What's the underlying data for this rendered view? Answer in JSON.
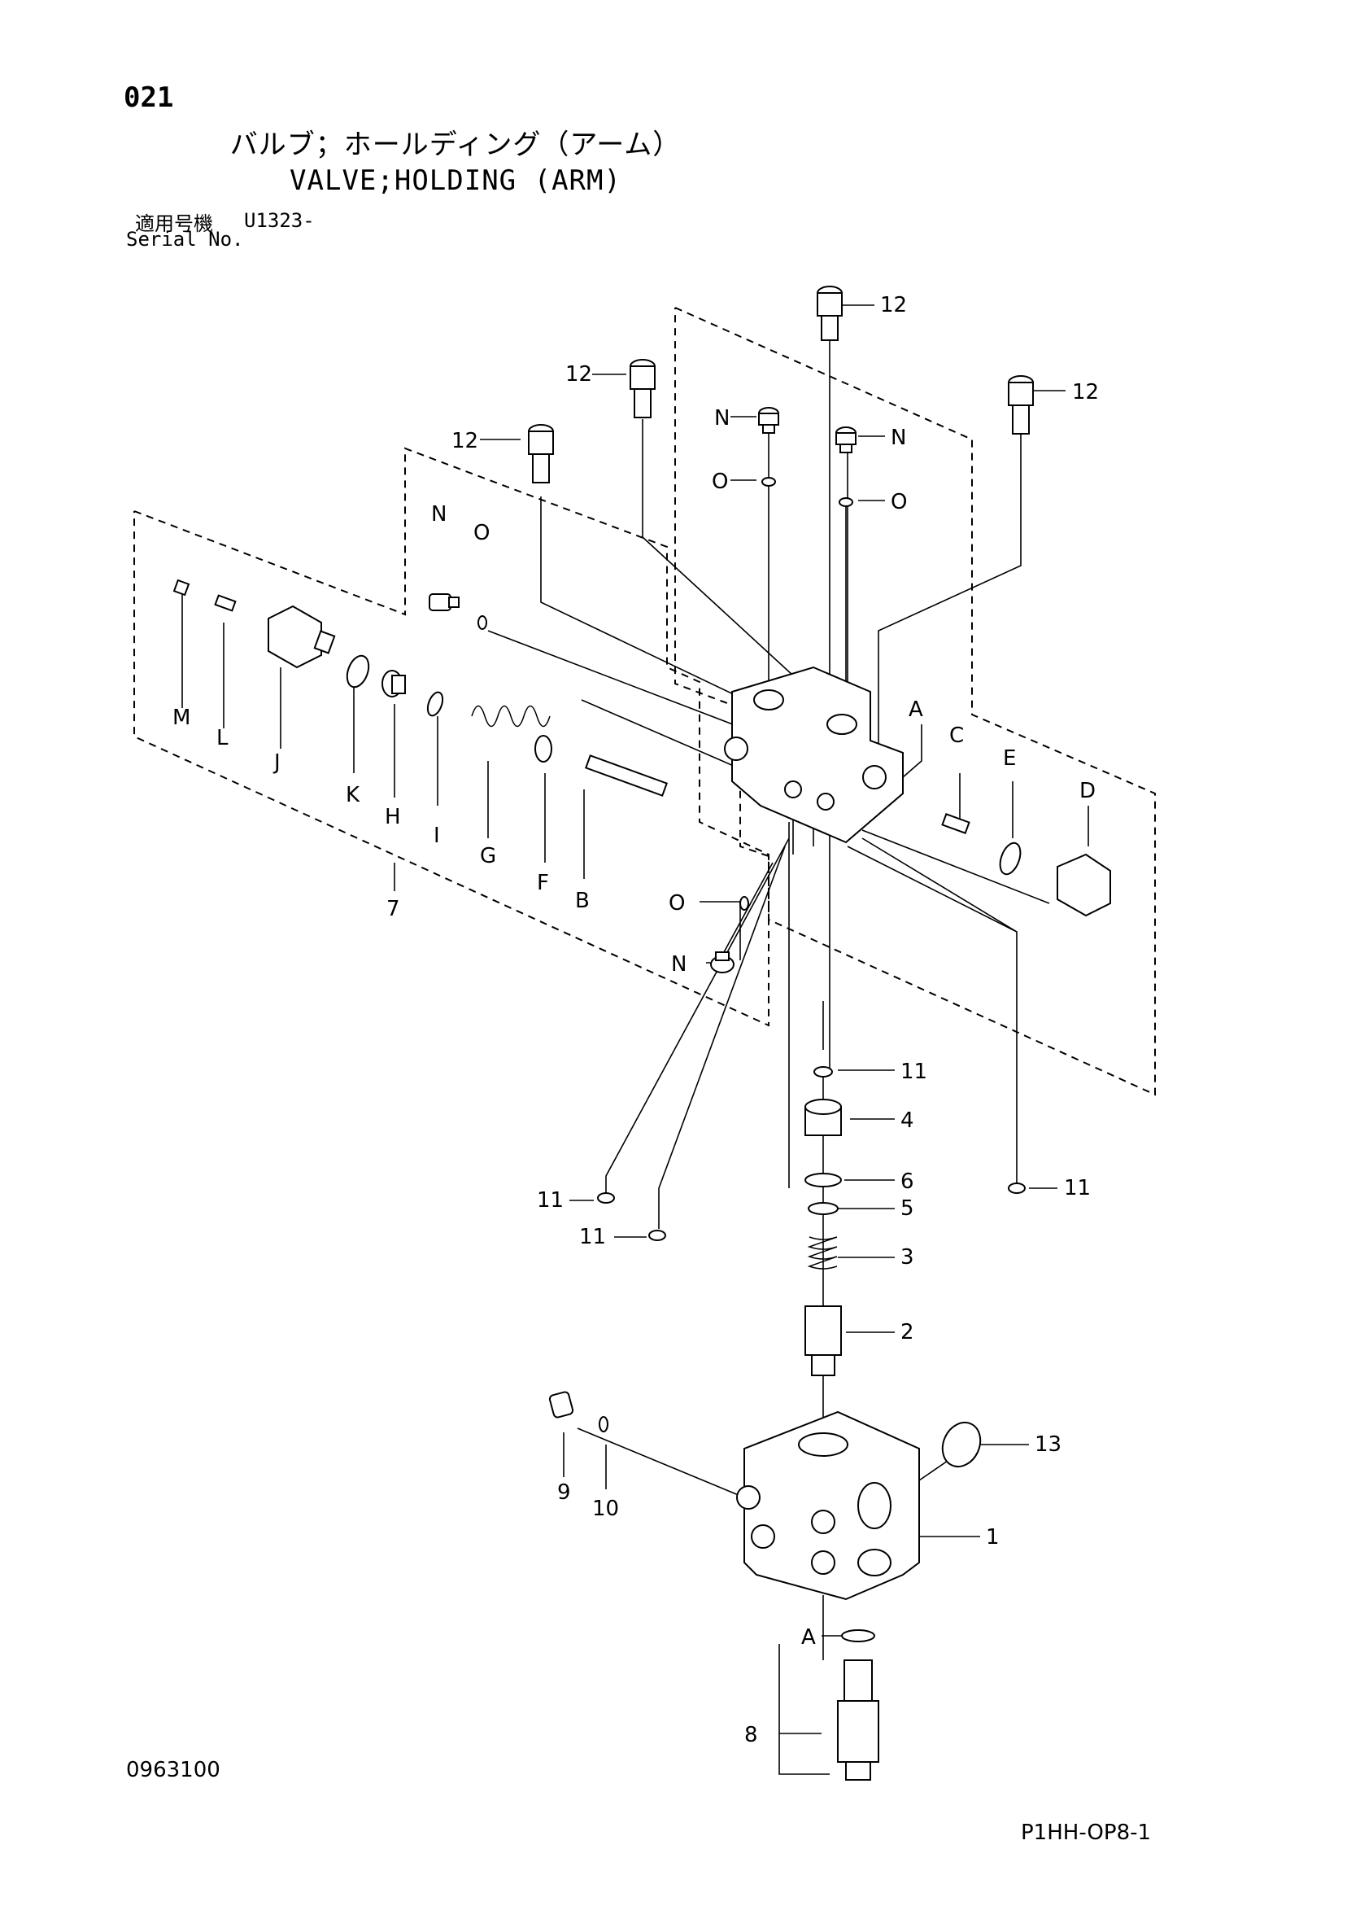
{
  "header": {
    "page_number": "021",
    "title_jp": "バルブ；ホールディング（アーム）",
    "title_en": "VALVE;HOLDING (ARM)",
    "serial_label_jp": "適用号機",
    "serial_value": "U1323-",
    "serial_label_en": "Serial No."
  },
  "footer": {
    "doc_code": "0963100",
    "page_code": "P1HH-OP8-1"
  },
  "callouts": {
    "c12a": "12",
    "c12b": "12",
    "c12c": "12",
    "c12d": "12",
    "nTop": "N",
    "oTop": "O",
    "nRight": "N",
    "oRight": "O",
    "nLeft": "N",
    "oLeft": "O",
    "m": "M",
    "l": "L",
    "j": "J",
    "k": "K",
    "h": "H",
    "i": "I",
    "g": "G",
    "f": "F",
    "b": "B",
    "seven": "7",
    "a": "A",
    "c": "C",
    "e": "E",
    "d": "D",
    "oLow": "O",
    "nLow": "N",
    "c11a": "11",
    "c11b": "11",
    "c11c": "11",
    "c11d": "11",
    "c4": "4",
    "c6": "6",
    "c5": "5",
    "c3": "3",
    "c2": "2",
    "c13": "13",
    "c9": "9",
    "c10": "10",
    "c1": "1",
    "aBottom": "A",
    "c8": "8"
  }
}
